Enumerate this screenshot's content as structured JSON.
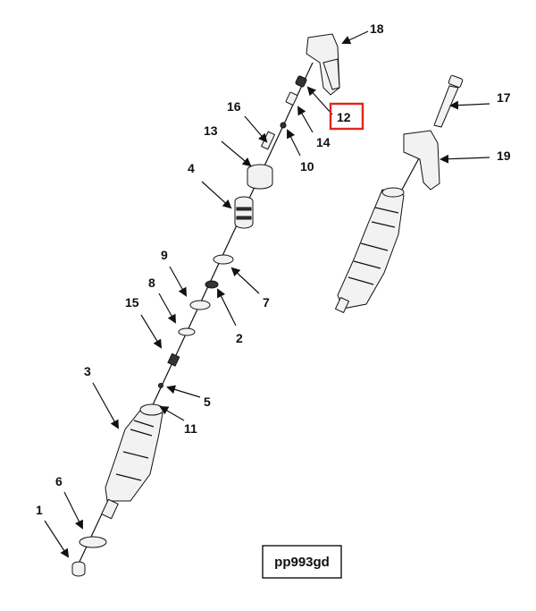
{
  "callouts": [
    {
      "id": "1",
      "label": "1"
    },
    {
      "id": "2",
      "label": "2"
    },
    {
      "id": "3",
      "label": "3"
    },
    {
      "id": "4",
      "label": "4"
    },
    {
      "id": "5",
      "label": "5"
    },
    {
      "id": "6",
      "label": "6"
    },
    {
      "id": "7",
      "label": "7"
    },
    {
      "id": "8",
      "label": "8"
    },
    {
      "id": "9",
      "label": "9"
    },
    {
      "id": "10",
      "label": "10"
    },
    {
      "id": "11",
      "label": "11"
    },
    {
      "id": "12",
      "label": "12",
      "highlighted": true
    },
    {
      "id": "13",
      "label": "13"
    },
    {
      "id": "14",
      "label": "14"
    },
    {
      "id": "15",
      "label": "15"
    },
    {
      "id": "16",
      "label": "16"
    },
    {
      "id": "17",
      "label": "17"
    },
    {
      "id": "18",
      "label": "18"
    },
    {
      "id": "19",
      "label": "19"
    }
  ],
  "figure_id": "pp993gd",
  "colors": {
    "highlight": "#e1251b",
    "ink": "#111111"
  }
}
